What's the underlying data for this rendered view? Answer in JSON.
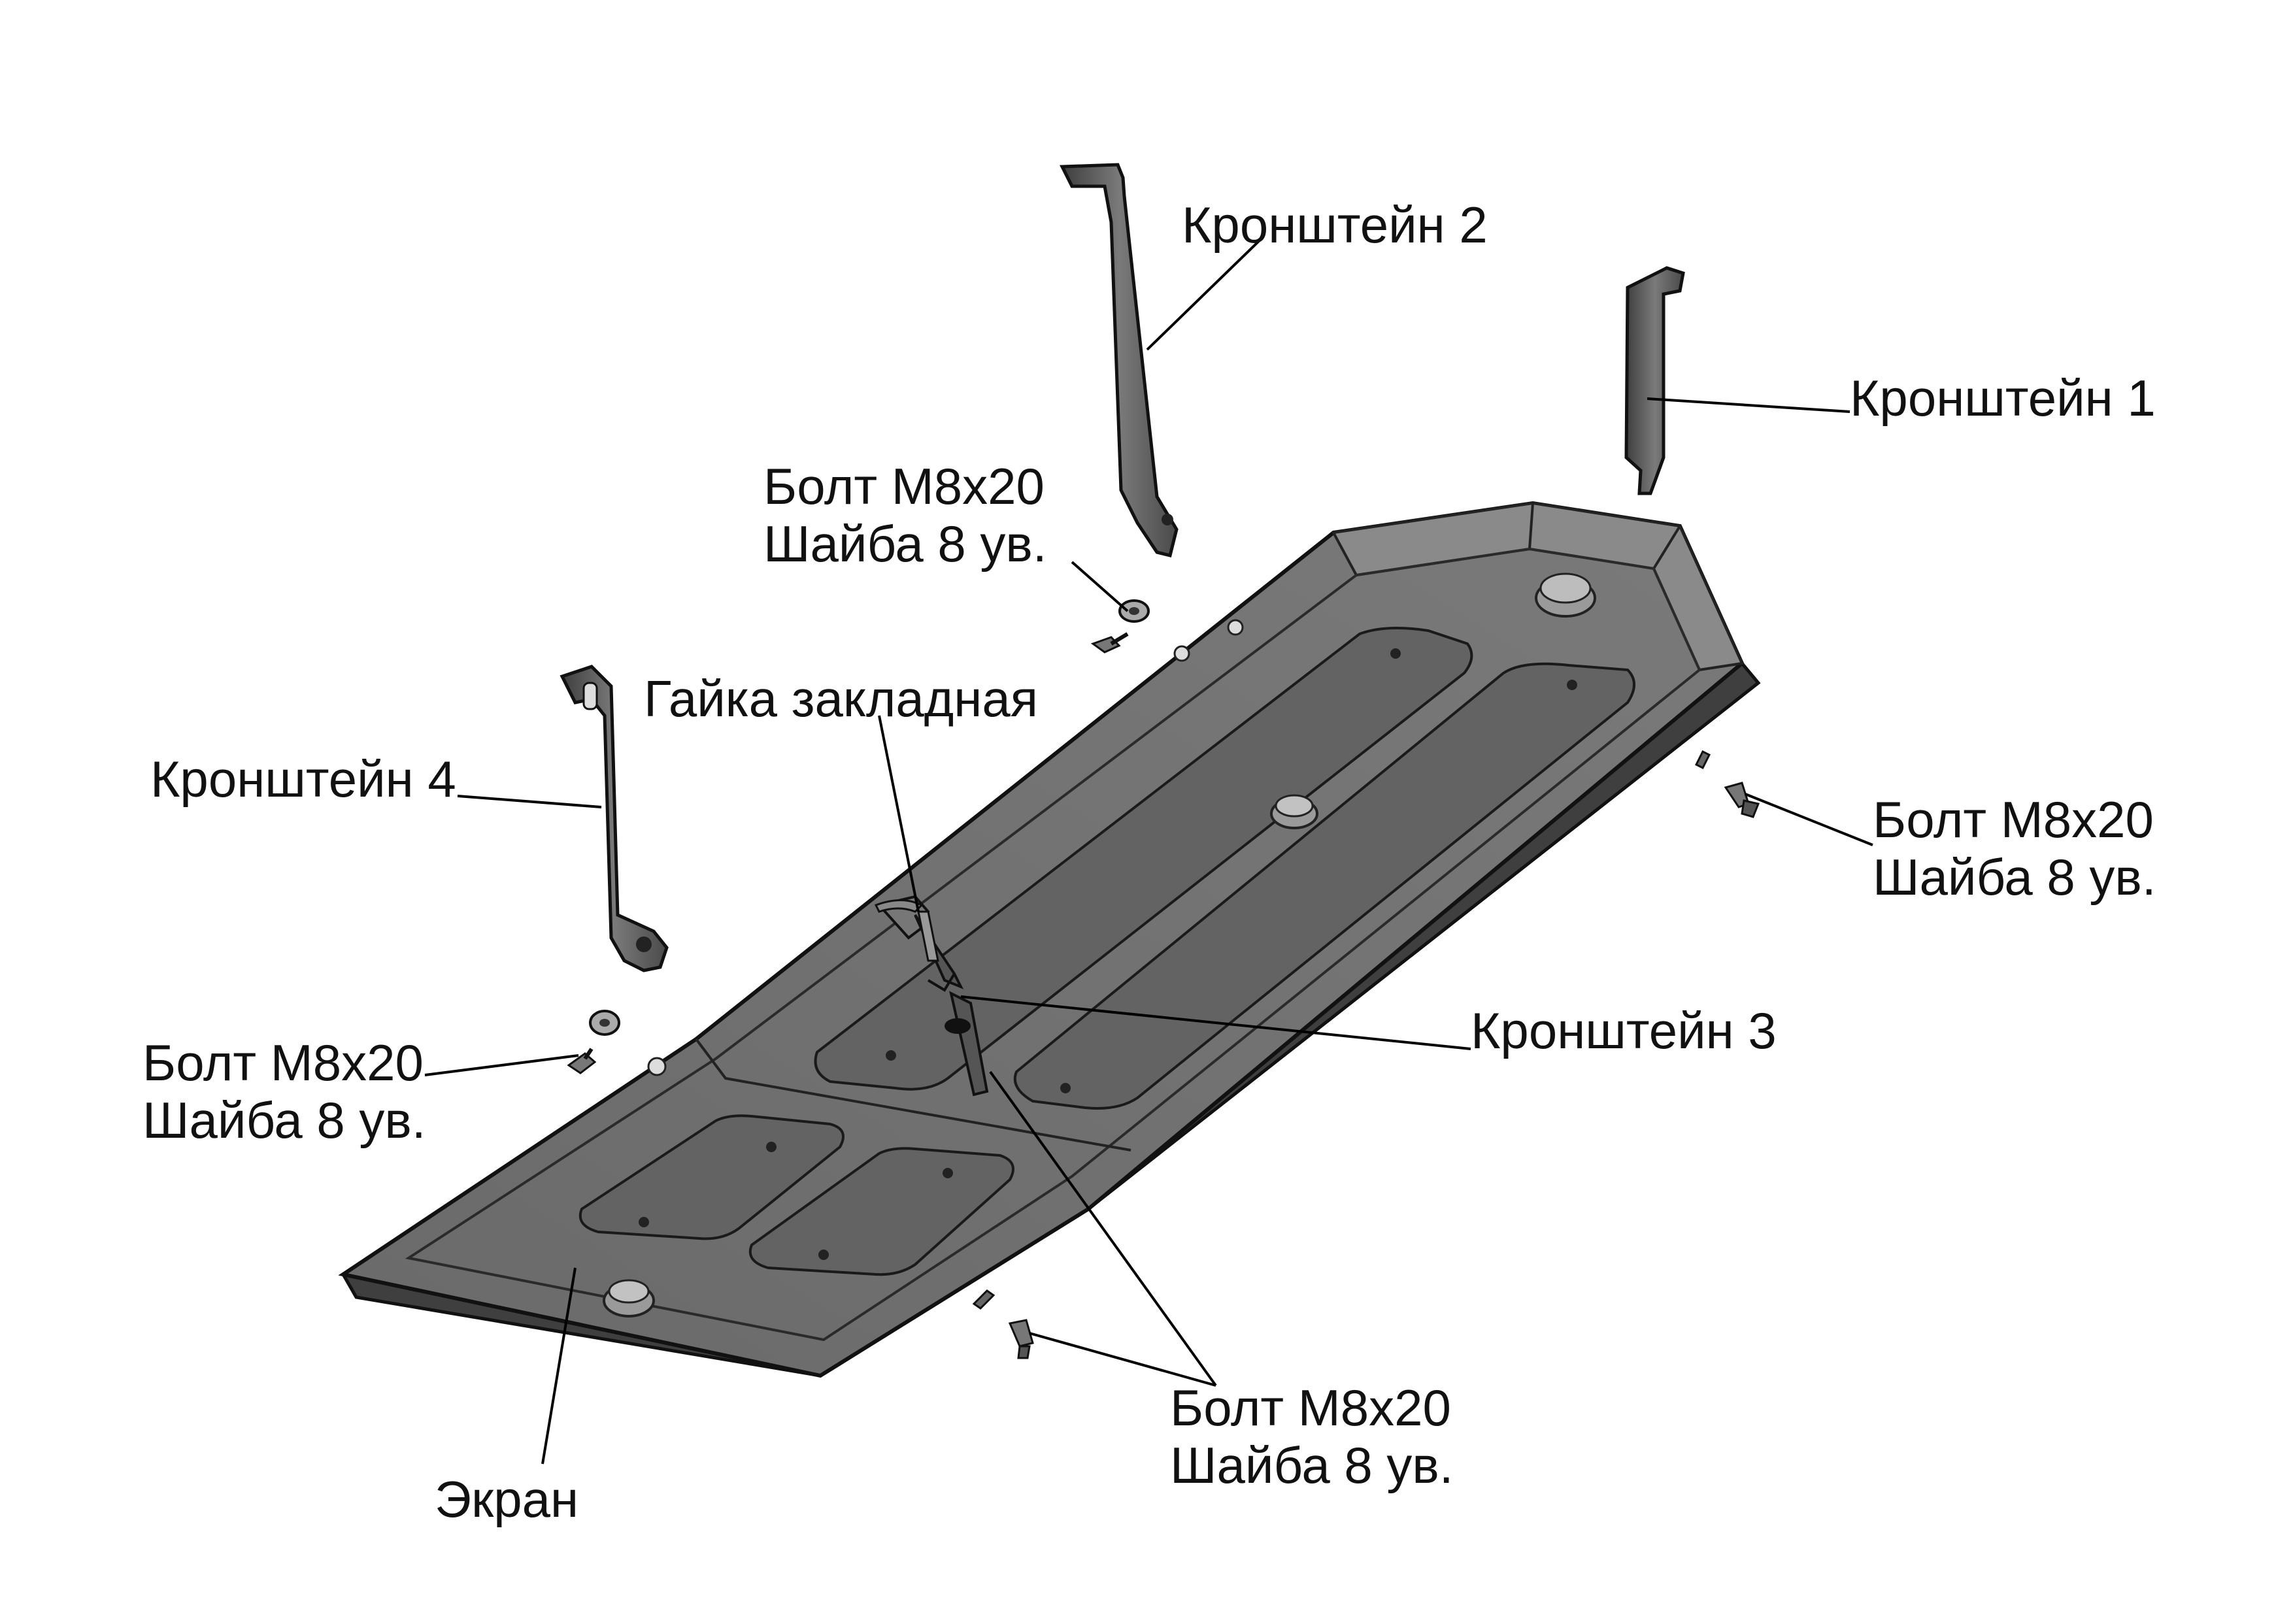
{
  "labels": {
    "bracket_2": "Кронштейн 2",
    "bracket_1": "Кронштейн 1",
    "bracket_4": "Кронштейн 4",
    "bracket_3": "Кронштейн 3",
    "embedded_nut": "Гайка закладная",
    "screen": "Экран",
    "bolt_top": {
      "bolt": "Болт М8х20",
      "washer": "Шайба 8 ув."
    },
    "bolt_right": {
      "bolt": "Болт М8х20",
      "washer": "Шайба 8 ув."
    },
    "bolt_left": {
      "bolt": "Болт М8х20",
      "washer": "Шайба 8 ув."
    },
    "bolt_bottom": {
      "bolt": "Болт М8х20",
      "washer": "Шайба 8 ув."
    }
  },
  "colors": {
    "plate_top": "#6f6f6f",
    "plate_edge": "#4a4a4a",
    "plate_recess": "#5f5f5f",
    "outline": "#111111",
    "leader": "#000000",
    "text": "#111111"
  }
}
